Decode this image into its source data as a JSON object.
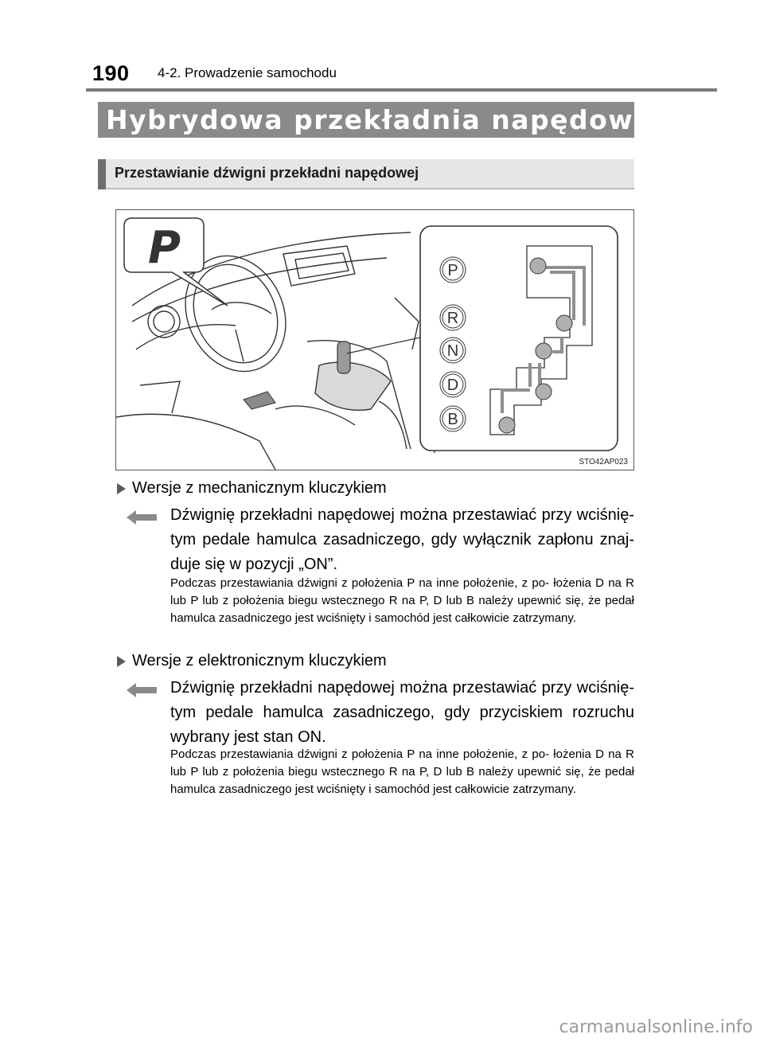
{
  "header": {
    "page_number": "190",
    "section_path": "4-2. Prowadzenie samochodu"
  },
  "title": "Hybrydowa przekładnia napędowa",
  "subtitle": "Przestawianie dźwigni przekładni napędowej",
  "figure": {
    "code": "STO42AP023",
    "indicator_letter": "P",
    "gate_positions": [
      "P",
      "R",
      "N",
      "D",
      "B"
    ]
  },
  "sections": [
    {
      "bullet": "Wersje z mechanicznym kluczykiem",
      "main_text": "Dźwignię przekładni napędowej można przestawiać przy wciśnię- tym pedale hamulca zasadniczego, gdy wyłącznik zapłonu znaj- duje się w pozycji „ON”.",
      "note_text": "Podczas przestawiania dźwigni z położenia P na inne położenie, z po- łożenia D na R lub P lub z położenia biegu wstecznego R na P, D lub B należy upewnić się, że pedał hamulca zasadniczego jest wciśnięty i samochód jest całkowicie zatrzymany."
    },
    {
      "bullet": "Wersje z elektronicznym kluczykiem",
      "main_text": "Dźwignię przekładni napędowej można przestawiać przy wciśnię- tym pedale hamulca zasadniczego, gdy przyciskiem rozruchu wybrany jest stan ON.",
      "note_text": "Podczas przestawiania dźwigni z położenia P na inne położenie, z po- łożenia D na R lub P lub z położenia biegu wstecznego R na P, D lub B należy upewnić się, że pedał hamulca zasadniczego jest wciśnięty i samochód jest całkowicie zatrzymany."
    }
  ],
  "footer": "carmanualsonline.info",
  "colors": {
    "title_bar": "#8a8a8a",
    "subtitle_bar": "#e6e6e6",
    "accent_gray": "#6e6e6e"
  }
}
